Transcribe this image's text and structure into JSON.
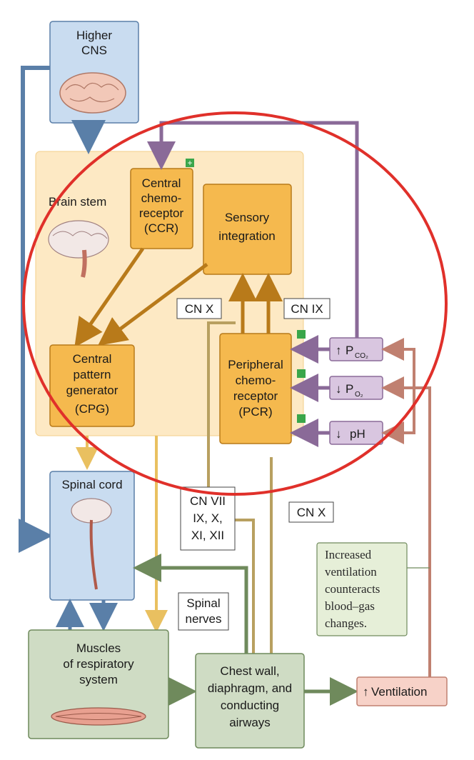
{
  "higher_cns": [
    "Higher",
    "CNS"
  ],
  "brain_stem": "Brain stem",
  "ccr": [
    "Central",
    "chemo-",
    "receptor",
    "(CCR)"
  ],
  "sensory": [
    "Sensory",
    "integration"
  ],
  "cpg": [
    "Central",
    "pattern",
    "generator",
    "(CPG)"
  ],
  "pcr": [
    "Peripheral",
    "chemo-",
    "receptor",
    "(PCR)"
  ],
  "cn_x_top": "CN X",
  "cn_ix": "CN IX",
  "pco2": {
    "arrow": "↑",
    "main": "P",
    "sub": "CO₂"
  },
  "po2": {
    "arrow": "↓",
    "main": "P",
    "sub": "O₂"
  },
  "ph": {
    "arrow": "↓",
    "main": "pH"
  },
  "spinal_cord": "Spinal cord",
  "cn_vii": [
    "CN VII",
    "IX, X,",
    "XI, XII"
  ],
  "cn_x_bottom": "CN X",
  "spinal_nerves": [
    "Spinal",
    "nerves"
  ],
  "muscles": [
    "Muscles",
    "of respiratory",
    "system"
  ],
  "chest": [
    "Chest wall,",
    "diaphragm, and",
    "conducting",
    "airways"
  ],
  "ventilation": {
    "arrow": "↑",
    "label": "Ventilation"
  },
  "note": [
    "Increased",
    "ventilation",
    "counteracts",
    "blood–gas",
    "changes."
  ],
  "plus": "+",
  "colors": {
    "blue_fill": "#c9dcf0",
    "blue_stroke": "#5a7fa8",
    "orange_fill": "#f5b94e",
    "orange_stroke": "#b87a1a",
    "brainstem_fill": "#fde9c4",
    "green_fill": "#cfdcc4",
    "green_stroke": "#6f8a5c",
    "purple_fill": "#d9c6e0",
    "purple_stroke": "#8a6a98",
    "pink_fill": "#f7d2c8",
    "pink_stroke": "#c08070",
    "red_circle": "#e0302a"
  }
}
